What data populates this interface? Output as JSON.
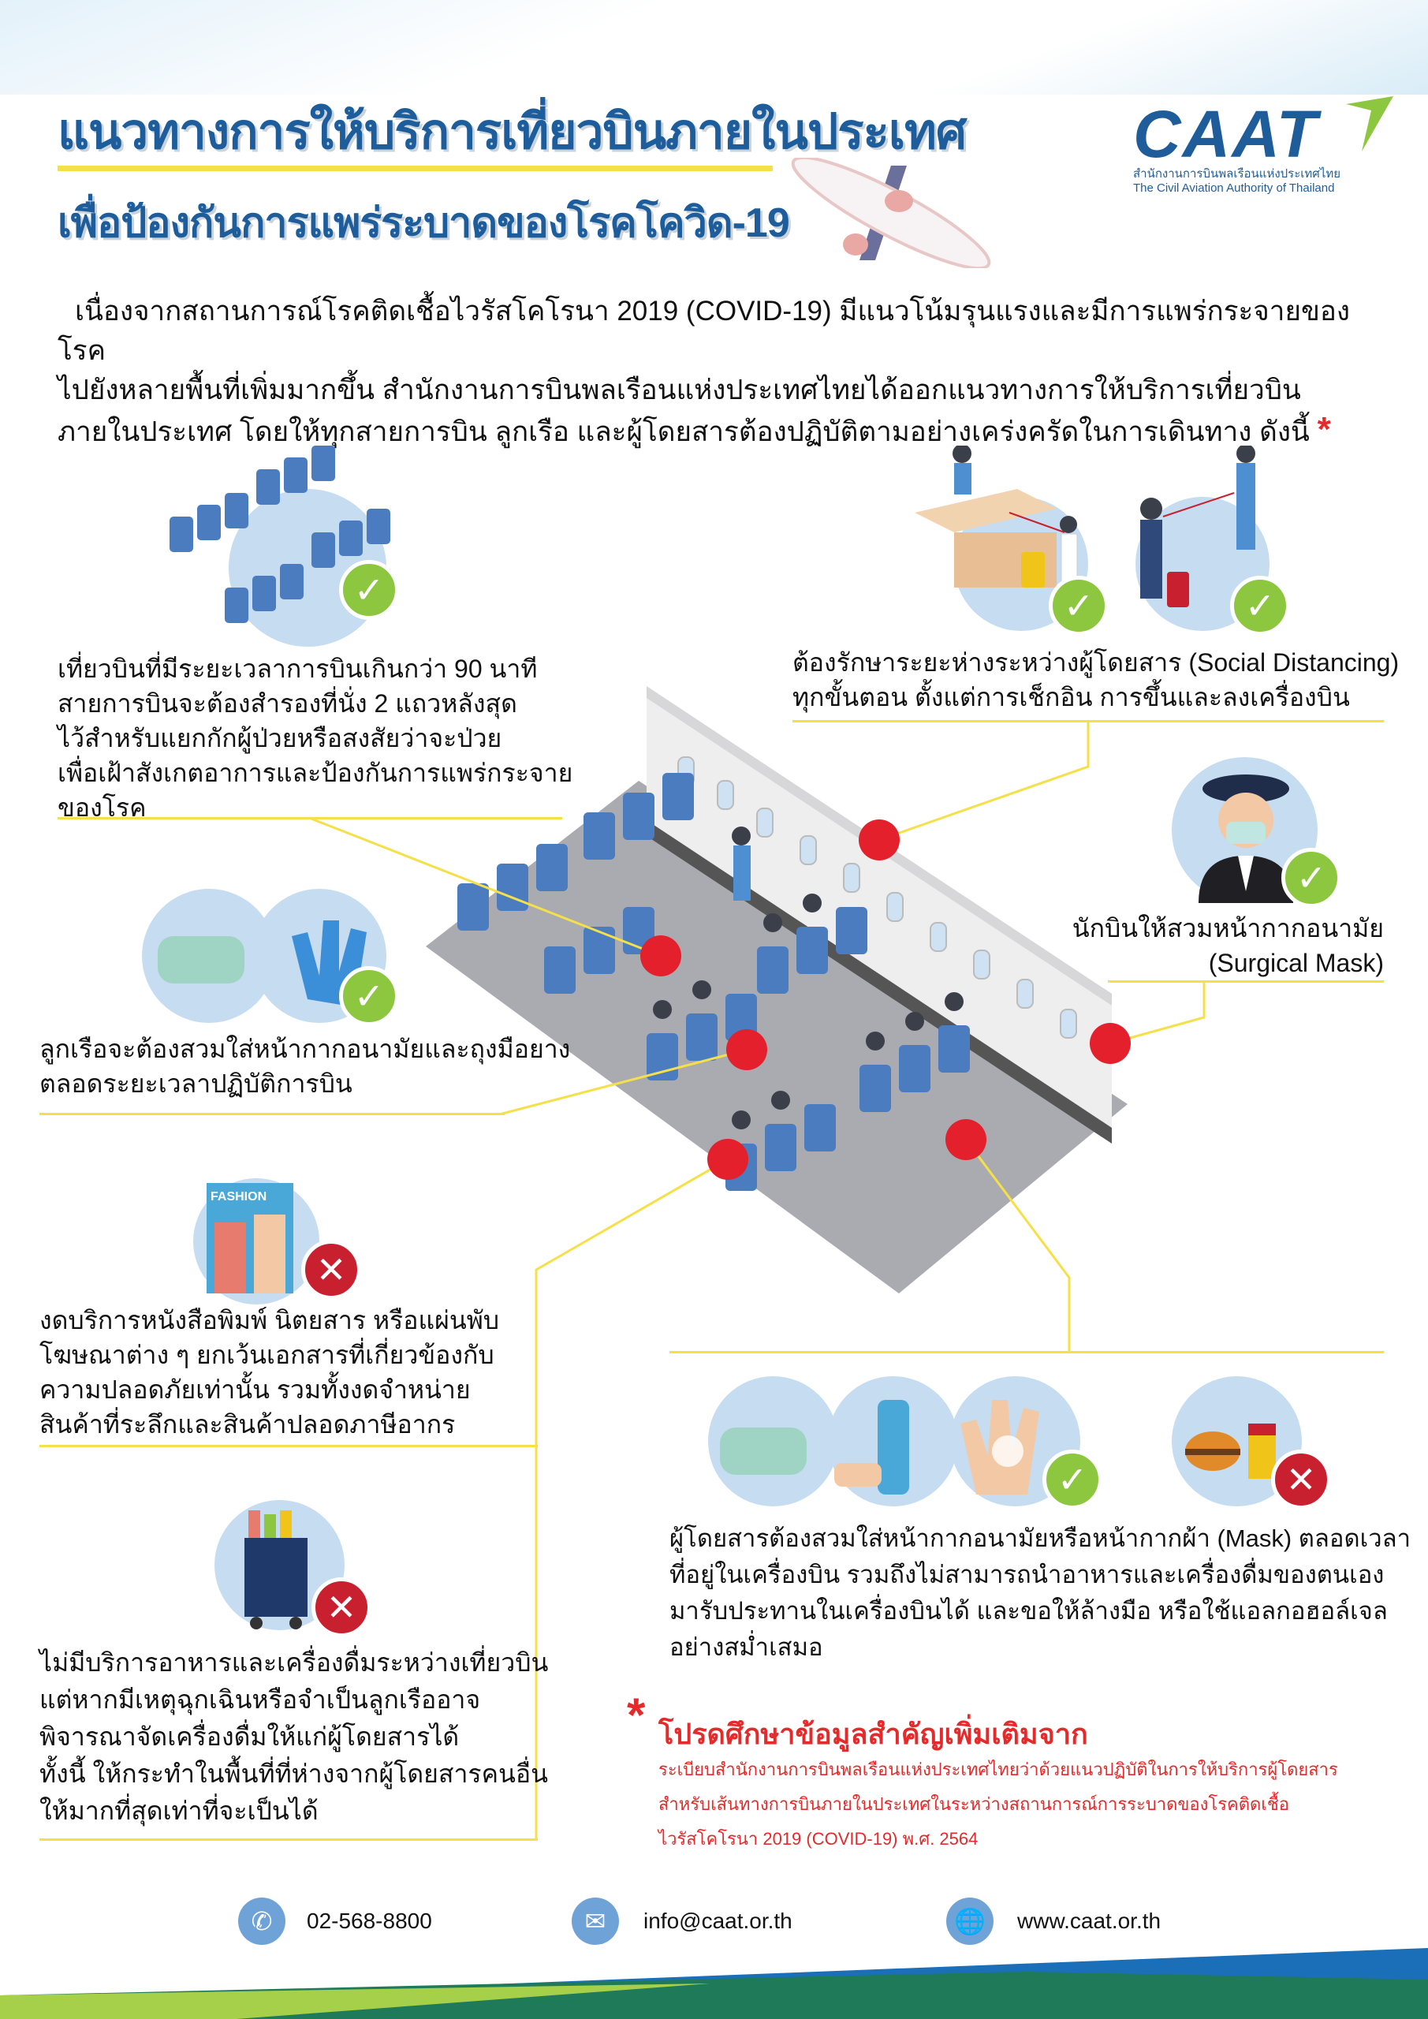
{
  "header": {
    "title_line1": "แนวทางการให้บริการเที่ยวบินภายในประเทศ",
    "title_line2": "เพื่อป้องกันการแพร่ระบาดของโรคโควิด-19",
    "logo_text": "CAAT",
    "logo_sub_th": "สำนักงานการบินพลเรือนแห่งประเทศไทย",
    "logo_sub_en": "The Civil Aviation Authority of Thailand"
  },
  "intro": {
    "line1": "เนื่องจากสถานการณ์โรคติดเชื้อไวรัสโคโรนา 2019 (COVID-19) มีแนวโน้มรุนแรงและมีการแพร่กระจายของโรค",
    "line2": "ไปยังหลายพื้นที่เพิ่มมากขึ้น สำนักงานการบินพลเรือนแห่งประเทศไทยได้ออกแนวทางการให้บริการเที่ยวบิน",
    "line3": "ภายในประเทศ โดยให้ทุกสายการบิน ลูกเรือ และผู้โดยสารต้องปฏิบัติตามอย่างเคร่งครัดในการเดินทาง ดังนี้",
    "asterisk": "*"
  },
  "guidelines": [
    {
      "status": "allowed",
      "icon": "seats-icon",
      "lines": [
        "เที่ยวบินที่มีระยะเวลาการบินเกินกว่า 90 นาที",
        "สายการบินจะต้องสำรองที่นั่ง 2 แถวหลังสุด",
        "ไว้สำหรับแยกกักผู้ป่วยหรือสงสัยว่าจะป่วย",
        "เพื่อเฝ้าสังเกตอาการและป้องกันการแพร่กระจาย",
        "ของโรค"
      ]
    },
    {
      "status": "allowed",
      "icon": "social-distancing-icon",
      "lines": [
        "ต้องรักษาระยะห่างระหว่างผู้โดยสาร (Social Distancing)",
        "ทุกขั้นตอน ตั้งแต่การเช็กอิน การขึ้นและลงเครื่องบิน"
      ]
    },
    {
      "status": "allowed",
      "icon": "pilot-icon",
      "lines": [
        "นักบินให้สวมหน้ากากอนามัย",
        "(Surgical Mask)"
      ]
    },
    {
      "status": "allowed",
      "icon": "mask-gloves-icon",
      "lines": [
        "ลูกเรือจะต้องสวมใส่หน้ากากอนามัยและถุงมือยาง",
        "ตลอดระยะเวลาปฏิบัติการบิน"
      ]
    },
    {
      "status": "prohibited",
      "icon": "magazine-icon",
      "lines": [
        "งดบริการหนังสือพิมพ์ นิตยสาร หรือแผ่นพับ",
        "โฆษณาต่าง ๆ ยกเว้นเอกสารที่เกี่ยวข้องกับ",
        "ความปลอดภัยเท่านั้น รวมทั้งงดจำหน่าย",
        "สินค้าที่ระลึกและสินค้าปลอดภาษีอากร"
      ]
    },
    {
      "status": "prohibited",
      "icon": "food-cart-icon",
      "lines": [
        "ไม่มีบริการอาหารและเครื่องดื่มระหว่างเที่ยวบิน",
        "แต่หากมีเหตุฉุกเฉินหรือจำเป็นลูกเรืออาจ",
        "พิจารณาจัดเครื่องดื่มให้แก่ผู้โดยสารได้",
        "ทั้งนี้ ให้กระทำในพื้นที่ที่ห่างจากผู้โดยสารคนอื่น",
        "ให้มากที่สุดเท่าที่จะเป็นได้"
      ]
    },
    {
      "status": "mixed",
      "icon": "mask-handwash-food-icon",
      "lines": [
        "ผู้โดยสารต้องสวมใส่หน้ากากอนามัยหรือหน้ากากผ้า (Mask) ตลอดเวลา",
        "ที่อยู่ในเครื่องบิน รวมถึงไม่สามารถนำอาหารและเครื่องดื่มของตนเอง",
        "มารับประทานในเครื่องบินได้ และขอให้ล้างมือ หรือใช้แอลกอฮอล์เจล",
        "อย่างสม่ำเสมอ"
      ]
    }
  ],
  "marks": {
    "check": "✓",
    "cross": "✕"
  },
  "note": {
    "asterisk": "*",
    "heading": "โปรดศึกษาข้อมูลสำคัญเพิ่มเติมจาก",
    "lines": [
      "ระเบียบสำนักงานการบินพลเรือนแห่งประเทศไทยว่าด้วยแนวปฏิบัติในการให้บริการผู้โดยสาร",
      "สำหรับเส้นทางการบินภายในประเทศในระหว่างสถานการณ์การระบาดของโรคติดเชื้อ",
      "ไวรัสโคโรนา 2019 (COVID-19) พ.ศ. 2564"
    ]
  },
  "footer": {
    "phone": "02-568-8800",
    "email": "info@caat.or.th",
    "website": "www.caat.or.th"
  },
  "colors": {
    "title": "#1d5d9b",
    "accent_line": "#f5e04a",
    "check": "#8dc63f",
    "cross": "#c8202f",
    "note": "#e42a2a",
    "dot": "#e3202b"
  }
}
